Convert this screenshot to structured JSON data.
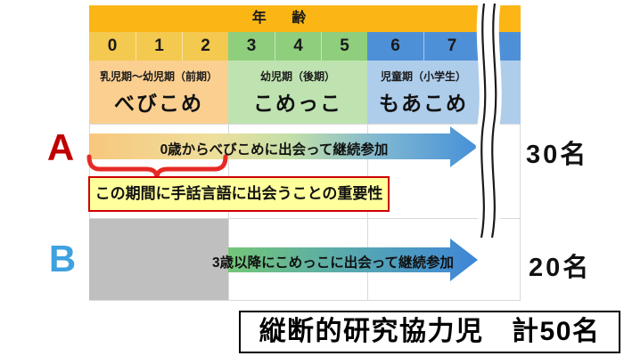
{
  "table": {
    "header": "年 齢",
    "ages": [
      "0",
      "1",
      "2",
      "3",
      "4",
      "5",
      "6",
      "7"
    ],
    "sections": [
      {
        "period": "乳児期～幼児期（前期）",
        "name": "べびこめ"
      },
      {
        "period": "幼児期（後期）",
        "name": "こめっこ"
      },
      {
        "period": "児童期（小学生）",
        "name": "もあこめ"
      }
    ]
  },
  "rows": [
    {
      "label": "A",
      "arrow_text": "0歳からべびこめに出会って継続参加",
      "count": "30名"
    },
    {
      "label": "B",
      "arrow_text": "3歳以降にこめっこに出会って継続参加",
      "count": "20名"
    }
  ],
  "note": {
    "text": "この期間に手話言語に出会うことの重要性"
  },
  "footer": {
    "text": "縦断的研究協力児　計50名"
  },
  "colors": {
    "header_amber": "#fbb615",
    "age_yellow": "#f4c94f",
    "age_green": "#8ece7c",
    "age_blue": "#4e90d7",
    "block_orange": "#fbcf90",
    "block_green": "#bfe3b0",
    "block_blue": "#aecdeb",
    "arrow_a_start": "#f8c77d",
    "arrow_a_end": "#4690d8",
    "arrow_b_start": "#74c678",
    "arrow_b_end": "#3e86d8",
    "label_a_red": "#c00000",
    "label_b_blue": "#3fa2df",
    "note_bg": "#ffff9c",
    "note_border": "#cc0000",
    "brace_red": "#e62a24",
    "gray_block": "#bfbfbf"
  }
}
